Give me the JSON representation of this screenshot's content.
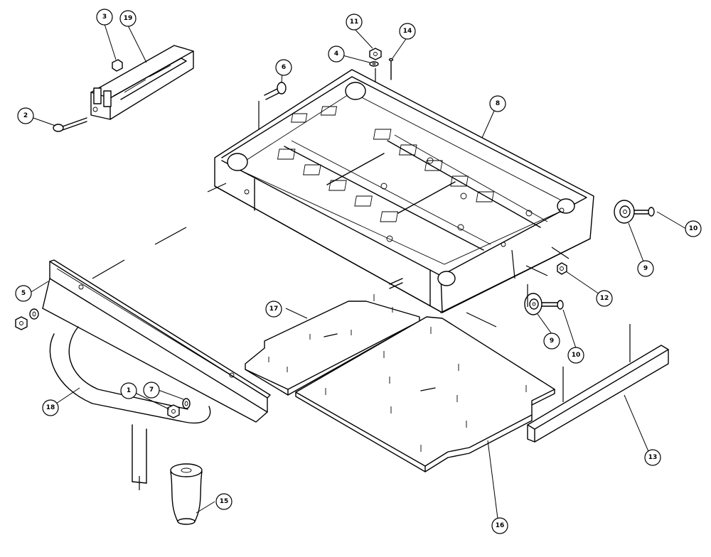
{
  "callouts": [
    {
      "id": "c-1",
      "label": "1"
    },
    {
      "id": "c-2",
      "label": "2"
    },
    {
      "id": "c-3",
      "label": "3"
    },
    {
      "id": "c-4",
      "label": "4"
    },
    {
      "id": "c-5",
      "label": "5"
    },
    {
      "id": "c-6",
      "label": "6"
    },
    {
      "id": "c-7",
      "label": "7"
    },
    {
      "id": "c-8",
      "label": "8"
    },
    {
      "id": "c-9a",
      "label": "9"
    },
    {
      "id": "c-9b",
      "label": "9"
    },
    {
      "id": "c-10a",
      "label": "10"
    },
    {
      "id": "c-10b",
      "label": "10"
    },
    {
      "id": "c-11",
      "label": "11"
    },
    {
      "id": "c-12",
      "label": "12"
    },
    {
      "id": "c-13",
      "label": "13"
    },
    {
      "id": "c-14",
      "label": "14"
    },
    {
      "id": "c-15",
      "label": "15"
    },
    {
      "id": "c-16",
      "label": "16"
    },
    {
      "id": "c-17",
      "label": "17"
    },
    {
      "id": "c-18",
      "label": "18"
    },
    {
      "id": "c-19",
      "label": "19"
    }
  ]
}
